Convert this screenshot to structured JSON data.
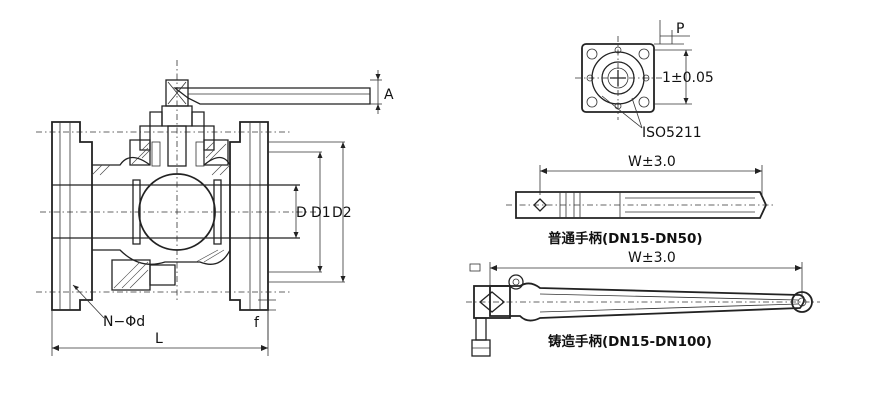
{
  "labels": {
    "a": "A",
    "p": "P",
    "tolerance_1": "1±0.05",
    "iso": "ISO5211",
    "d": "D",
    "d1": "D1",
    "d2": "D2",
    "n_phi_d": "N−Φd",
    "l": "L",
    "f": "f",
    "w_top": "W±3.0",
    "w_bottom": "W±3.0"
  },
  "captions": {
    "standard_handle": "普通手柄(DN15-DN50)",
    "cast_handle": "铸造手柄(DN15-DN100)"
  }
}
